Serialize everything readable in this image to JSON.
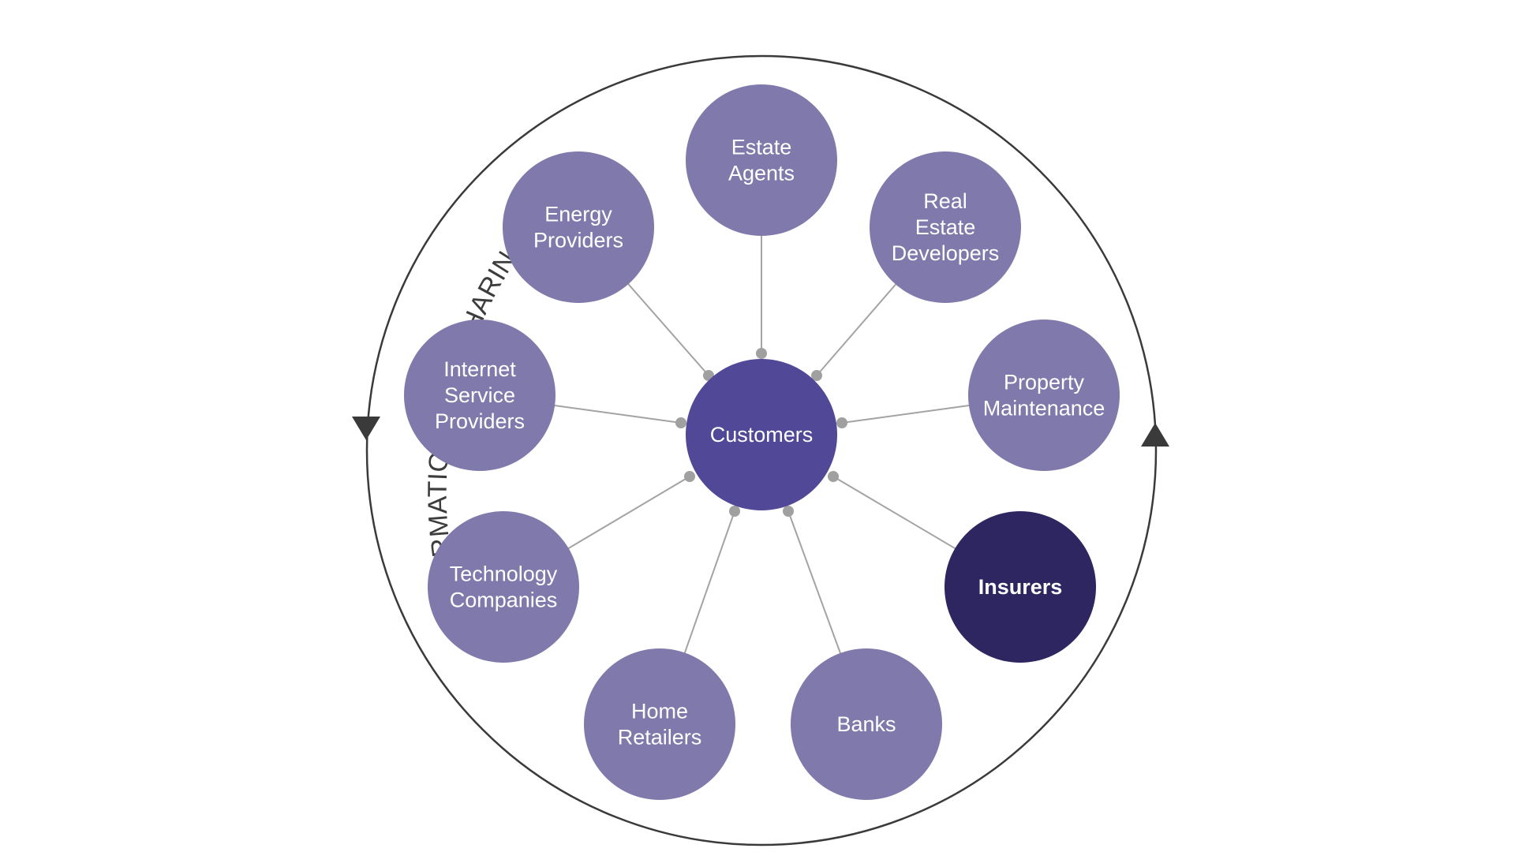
{
  "title": "INFORMATION/DATA SHARING",
  "hub": {
    "label": [
      "Customers"
    ]
  },
  "nodes": [
    {
      "id": "estate-agents",
      "label": [
        "Estate",
        "Agents"
      ],
      "emphasis": false
    },
    {
      "id": "real-estate-developers",
      "label": [
        "Real",
        "Estate",
        "Developers"
      ],
      "emphasis": false
    },
    {
      "id": "property-maintenance",
      "label": [
        "Property",
        "Maintenance"
      ],
      "emphasis": false
    },
    {
      "id": "insurers",
      "label": [
        "Insurers"
      ],
      "emphasis": true
    },
    {
      "id": "banks",
      "label": [
        "Banks"
      ],
      "emphasis": false
    },
    {
      "id": "home-retailers",
      "label": [
        "Home",
        "Retailers"
      ],
      "emphasis": false
    },
    {
      "id": "technology-companies",
      "label": [
        "Technology",
        "Companies"
      ],
      "emphasis": false
    },
    {
      "id": "internet-service-providers",
      "label": [
        "Internet",
        "Service",
        "Providers"
      ],
      "emphasis": false
    },
    {
      "id": "energy-providers",
      "label": [
        "Energy",
        "Providers"
      ],
      "emphasis": false
    }
  ],
  "colors": {
    "node": "#8079ab",
    "hub": "#514897",
    "emphasis": "#2d2660",
    "connector": "#a3a3a3",
    "dot": "#a0a0a0",
    "ring": "#3a3a3a",
    "text": "#ffffff"
  }
}
